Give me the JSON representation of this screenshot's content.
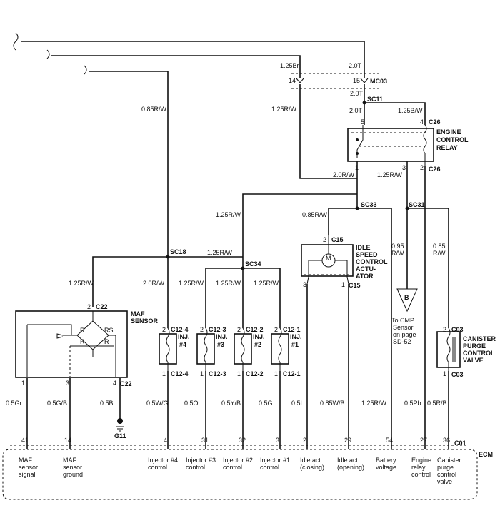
{
  "wires": {
    "top_a": "1.25Br",
    "top_b": "2.0T",
    "pin14": "14",
    "pin15": "15",
    "mc03": "MC03",
    "w_20t_1": "2.0T",
    "sc11": "SC11",
    "w_20t_2": "2.0T",
    "w_125bw": "1.25B/W",
    "w_085rw": "0.85R/W",
    "w_125rw_a": "1.25R/W",
    "w_20rw": "2.0R/W",
    "w_125rw_b": "1.25R/W",
    "sc33": "SC33",
    "sc31": "SC31",
    "w_125rw_c": "1.25R/W",
    "w_085rw_b": "0.85R/W",
    "sc18": "SC18",
    "w_125rw_d": "1.25R/W",
    "sc34": "SC34",
    "w_125rw_e": "1.25R/W",
    "w_20rw_b": "2.0R/W",
    "w_125rw_f": "1.25R/W",
    "w_125rw_g": "1.25R/W",
    "w_125rw_h": "1.25R/W",
    "w_095": "0.95",
    "w_095rw": "R/W",
    "w_085": "0.85",
    "w_085rw2": "R/W"
  },
  "relay": {
    "title1": "ENGINE",
    "title2": "CONTROL",
    "title3": "RELAY",
    "c26_top": "C26",
    "c26_bot": "C26",
    "p5": "5",
    "p4": "4",
    "p1": "1",
    "p3": "3",
    "p2": "2"
  },
  "idle": {
    "title1": "IDLE",
    "title2": "SPEED",
    "title3": "CONTROL",
    "title4": "ACTU-",
    "title5": "ATOR",
    "c15_top": "C15",
    "c15_bot": "C15",
    "p2": "2",
    "p3": "3",
    "p1": "1",
    "motor": "M"
  },
  "maf": {
    "title1": "MAF",
    "title2": "SENSOR",
    "c22_top": "C22",
    "c22_bot": "C22",
    "p2": "2",
    "p1": "1",
    "p3": "3",
    "p4": "4",
    "r1": "R",
    "r2": "RS",
    "r3": "R",
    "r4": "R"
  },
  "injectors": [
    {
      "top": "C12-4",
      "bot": "C12-4",
      "name1": "INJ.",
      "name2": "#4",
      "p_top": "2",
      "p_bot": "1",
      "wire": "0.5W/G",
      "ecm_pin": "4",
      "ecm_label1": "Injector #4",
      "ecm_label2": "control"
    },
    {
      "top": "C12-3",
      "bot": "C12-3",
      "name1": "INJ.",
      "name2": "#3",
      "p_top": "2",
      "p_bot": "1",
      "wire": "0.5O",
      "ecm_pin": "31",
      "ecm_label1": "Injector #3",
      "ecm_label2": "control"
    },
    {
      "top": "C12-2",
      "bot": "C12-2",
      "name1": "INJ.",
      "name2": "#2",
      "p_top": "2",
      "p_bot": "1",
      "wire": "0.5Y/B",
      "ecm_pin": "32",
      "ecm_label1": "Injector #2",
      "ecm_label2": "control"
    },
    {
      "top": "C12-1",
      "bot": "C12-1",
      "name1": "INJ.",
      "name2": "#1",
      "p_top": "2",
      "p_bot": "1",
      "wire": "0.5G",
      "ecm_pin": "3",
      "ecm_label1": "Injector #1",
      "ecm_label2": "control"
    }
  ],
  "cmp": {
    "letter": "B",
    "l1": "To CMP",
    "l2": "Sensor",
    "l3": "on page",
    "l4": "SD-52"
  },
  "canister": {
    "title1": "CANISTER",
    "title2": "PURGE",
    "title3": "CONTROL",
    "title4": "VALVE",
    "c03_top": "C03",
    "c03_bot": "C03",
    "p2": "2",
    "p1": "1"
  },
  "bottom_wires": {
    "maf_sig": "0.5Gr",
    "maf_gnd": "0.5G/B",
    "ground": "0.5B",
    "g11": "G11",
    "idle_close": "0.5L",
    "idle_open": "0.85W/B",
    "battery": "1.25R/W",
    "relay": "0.5Pb",
    "canister": "0.5R/B"
  },
  "ecm": {
    "label": "ECM",
    "c01": "C01",
    "pins": [
      "41",
      "14",
      "2",
      "29",
      "54",
      "27",
      "36"
    ],
    "maf_sig": [
      "MAF",
      "sensor",
      "signal"
    ],
    "maf_gnd": [
      "MAF",
      "sensor",
      "ground"
    ],
    "idle_close": [
      "Idle act.",
      "(closing)"
    ],
    "idle_open": [
      "Idle act.",
      "(opening)"
    ],
    "battery": [
      "Battery",
      "voltage"
    ],
    "relay": [
      "Engine",
      "relay",
      "control"
    ],
    "canister": [
      "Canister",
      "purge",
      "control",
      "valve"
    ]
  }
}
